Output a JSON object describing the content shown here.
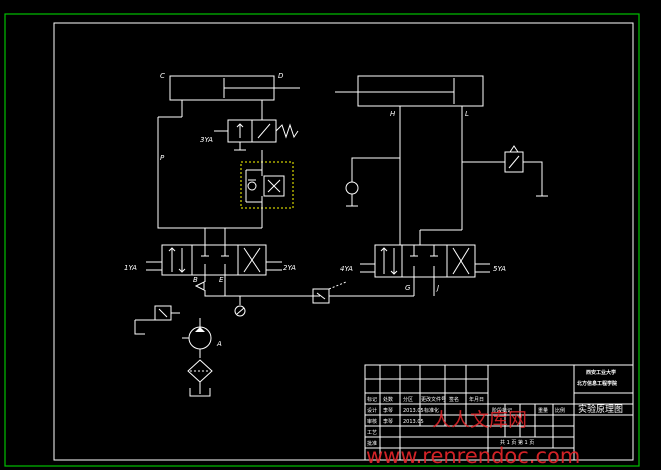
{
  "labels": {
    "C": "C",
    "D": "D",
    "H": "H",
    "L": "L",
    "P": "P",
    "A": "A",
    "B": "B",
    "E": "E",
    "G": "G",
    "J": "J",
    "yv_3": "3YA",
    "yv_1": "1YA",
    "yv_2": "2YA",
    "yv_4": "4YA",
    "yv_5": "5YA"
  },
  "title_block": {
    "university": "西安工业大学",
    "college": "北方信息工程学院",
    "drawing_title": "实验原理图",
    "r1": [
      "标记",
      "处数",
      "分区",
      "更改文件号",
      "签名",
      "年月日"
    ],
    "r2": [
      "设计",
      "李琴",
      "2013.05",
      "标准化"
    ],
    "r3": [
      "审核",
      "李琴",
      "2013.05"
    ],
    "r4": [
      "工艺",
      "批准"
    ],
    "stage_hdr": [
      "阶段标记",
      "重量",
      "比例"
    ],
    "sheet": "共 1 页  第 1 页"
  },
  "watermark": {
    "cn": "人人文库网",
    "url": "www.renrendoc.com"
  },
  "colors": {
    "border_outer": "#00c000",
    "lines": "#ffffff",
    "hidden": "#ffff00",
    "watermark": "#e8262b"
  }
}
